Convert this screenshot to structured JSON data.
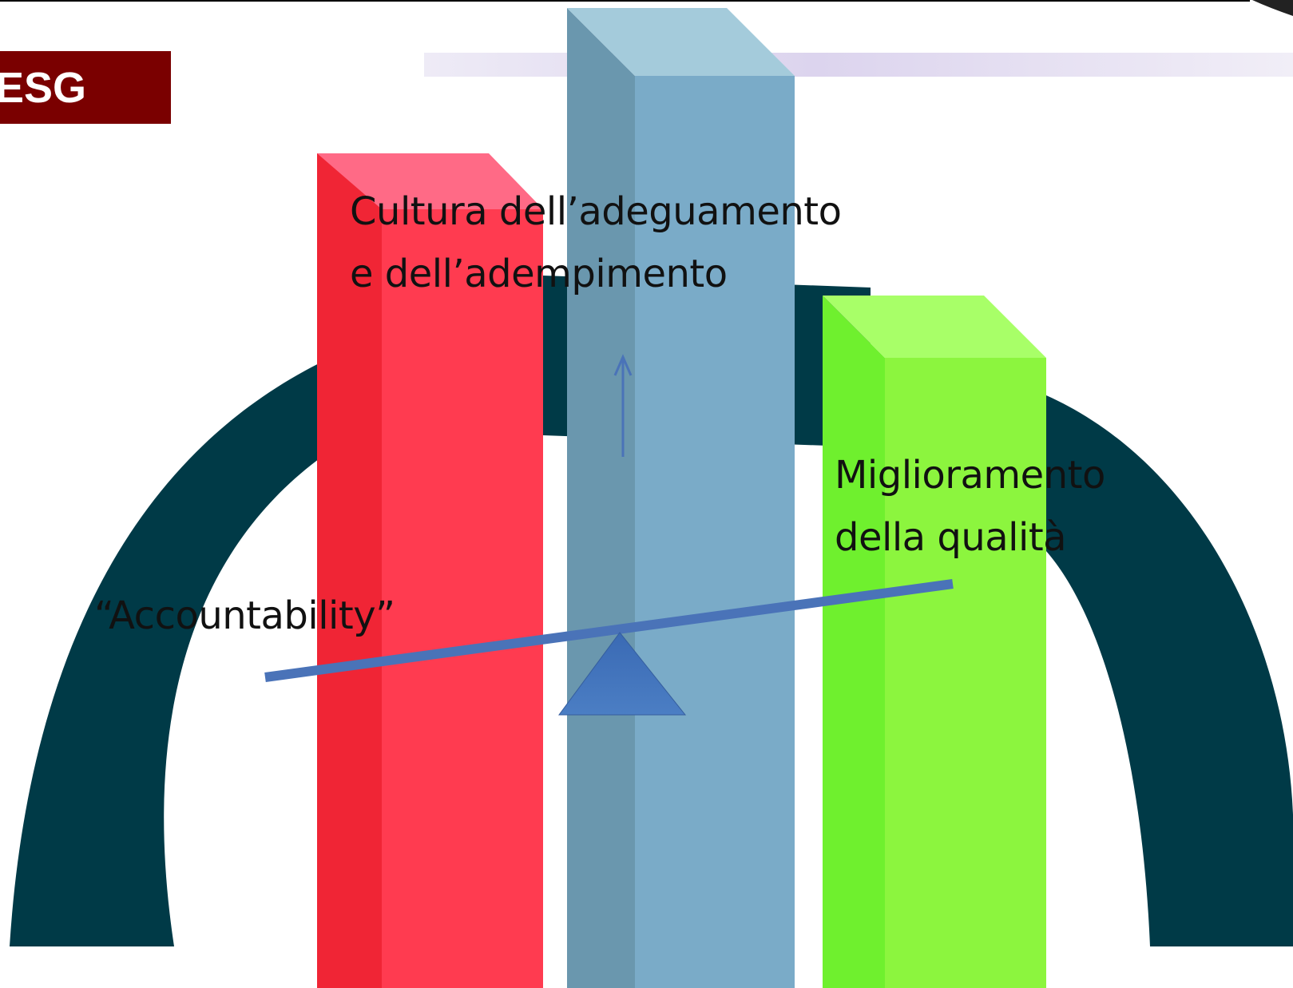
{
  "tag": {
    "label": "ESG"
  },
  "labels": {
    "culture_line1": "Cultura dell’adeguamento",
    "culture_line2": "e dell’adempimento",
    "improvement_line1": "Miglioramento",
    "improvement_line2": "della qualità",
    "accountability": "“Accountability”"
  },
  "colors": {
    "tag_bg": "#7a0000",
    "arch": "#003a47",
    "pillar_red": "#ff3b50",
    "pillar_blue": "#7aabc8",
    "pillar_green": "#8cf53e",
    "beam": "#4a73b8",
    "fulcrum": "#3f6cb3",
    "header_band": "#e7e1f1"
  }
}
